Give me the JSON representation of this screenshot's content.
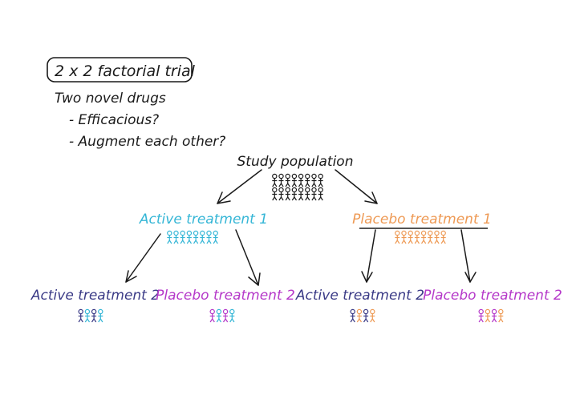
{
  "notes": {
    "title": "2 x 2 factorial trial",
    "line1": "Two novel drugs",
    "line2": "- Efficacious?",
    "line3": "- Augment each other?"
  },
  "nodes": {
    "root": "Study population",
    "l1_left": "Active treatment 1",
    "l1_right": "Placebo treatment 1",
    "l2_a": "Active treatment 2",
    "l2_b": "Placebo treatment 2",
    "l2_c": "Active treatment 2",
    "l2_d": "Placebo treatment 2"
  },
  "colors": {
    "ink": "#1a1a1a",
    "active1": "#35b6d6",
    "placebo1": "#ee9a55",
    "active2": "#3a3a86",
    "placebo2": "#b538c9"
  },
  "people_counts": {
    "root": 16,
    "l1": 8,
    "l2": 4
  }
}
